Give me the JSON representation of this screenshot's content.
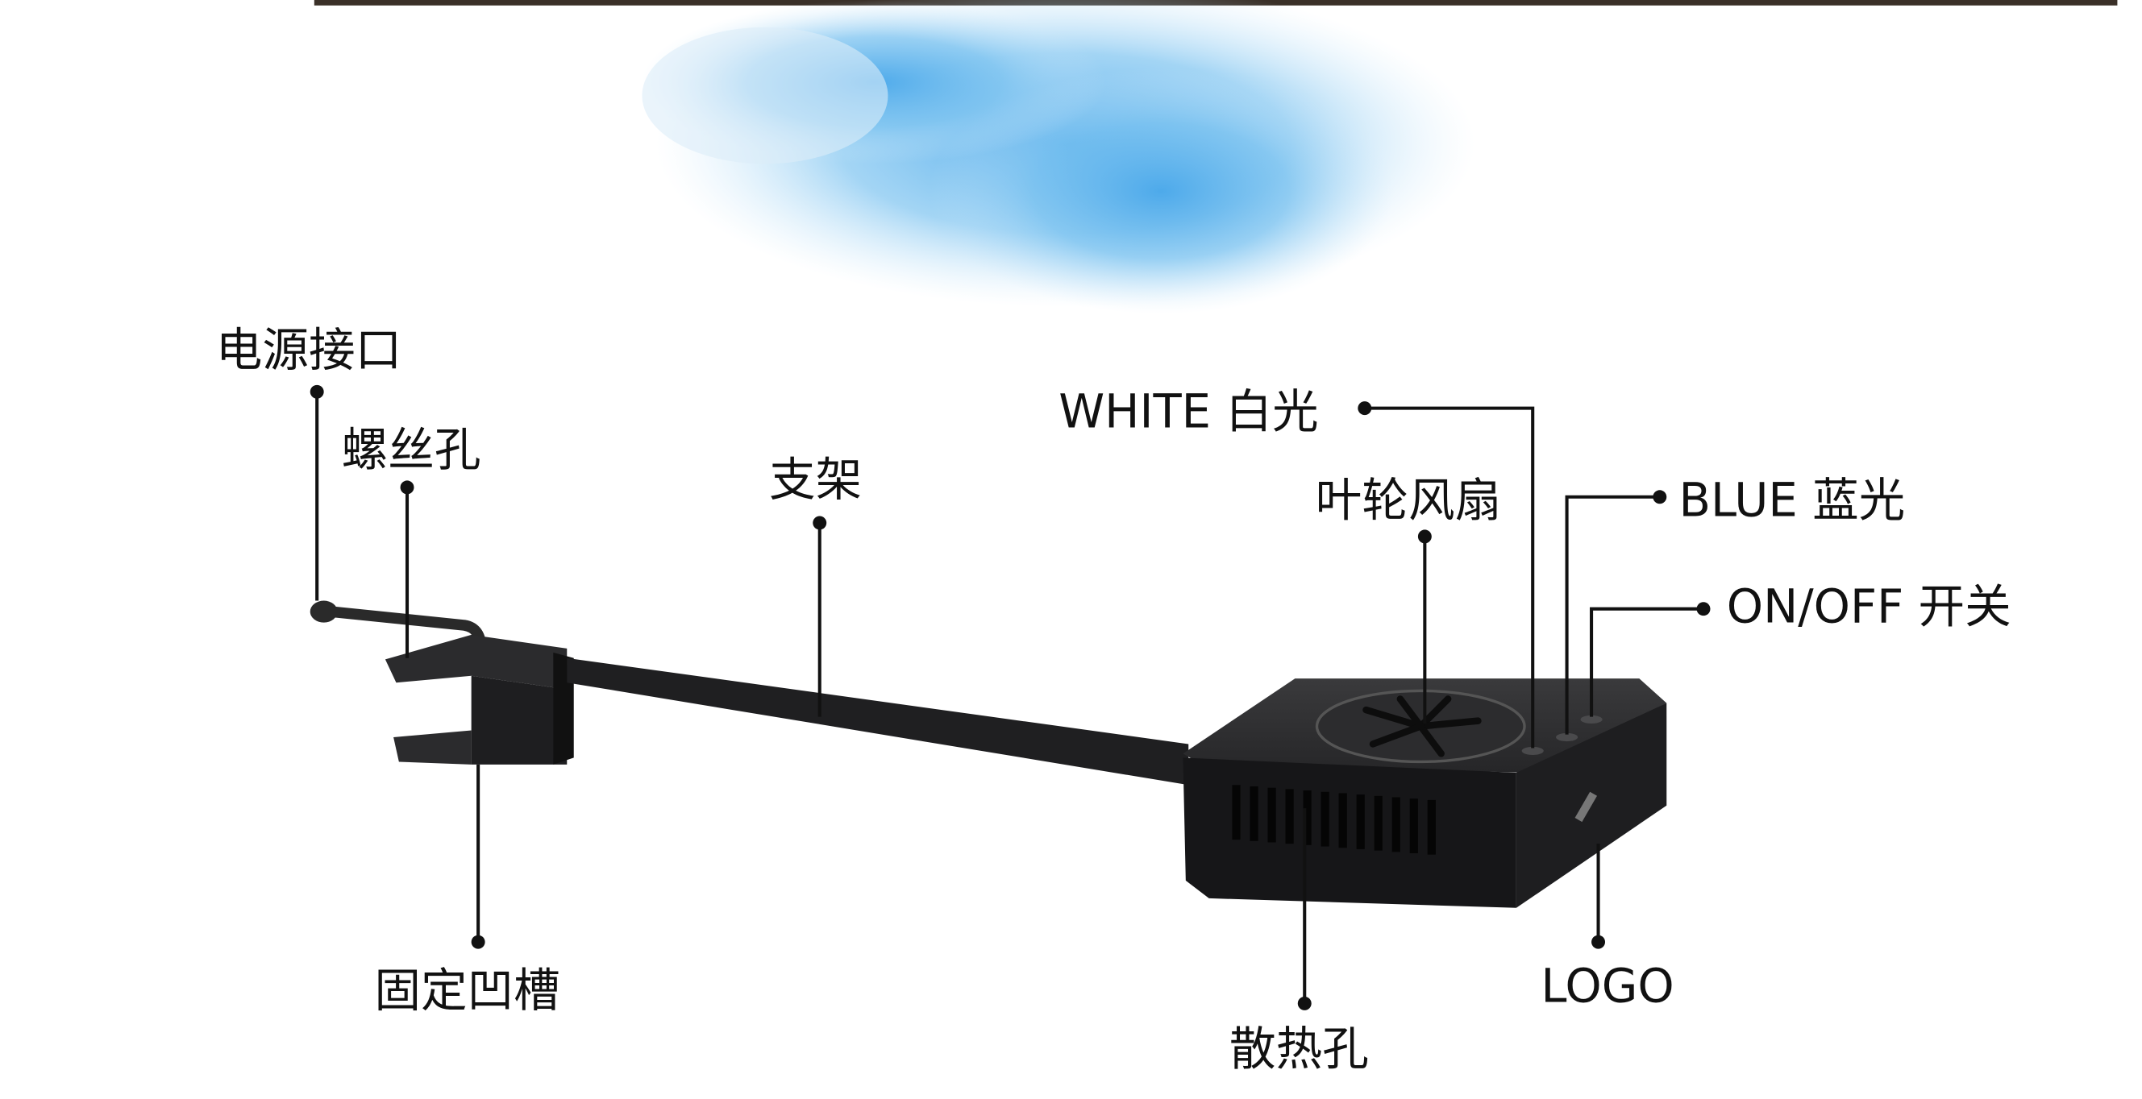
{
  "labels": {
    "power_port": "电源接口",
    "screw_hole": "螺丝孔",
    "bracket": "支架",
    "fixing_groove": "固定凹槽",
    "white_light": "WHITE 白光",
    "impeller_fan": "叶轮风扇",
    "blue_light": "BLUE 蓝光",
    "on_off_switch": "ON/OFF 开关",
    "logo": "LOGO",
    "heat_vents": "散热孔"
  },
  "colors": {
    "device": "#1c1c1e",
    "cloud": "#5fb4ec",
    "text": "#111111"
  }
}
